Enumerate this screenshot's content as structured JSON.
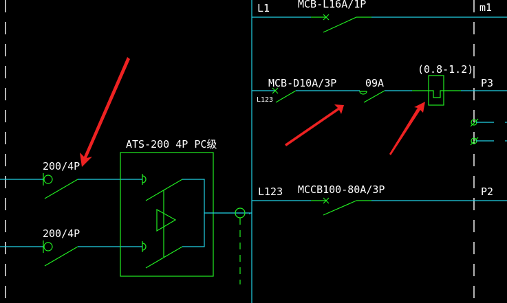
{
  "colors": {
    "background": "#000000",
    "wire": "#22d3e6",
    "symbol": "#22ee22",
    "text": "#ffffff",
    "annotation": "#ee2222"
  },
  "labels": {
    "l1": "L1",
    "mcb_l16": "MCB-L16A/1P",
    "m1": "m1",
    "mcb_d10": "MCB-D10A/3P",
    "l123_small": "L123",
    "o9a": "09A",
    "range": "(0.8-1.2)",
    "p3": "P3",
    "l123": "L123",
    "mccb": "MCCB100-80A/3P",
    "p2": "P2",
    "ats": "ATS-200 4P PC级",
    "breaker1": "200/4P",
    "breaker2": "200/4P"
  }
}
